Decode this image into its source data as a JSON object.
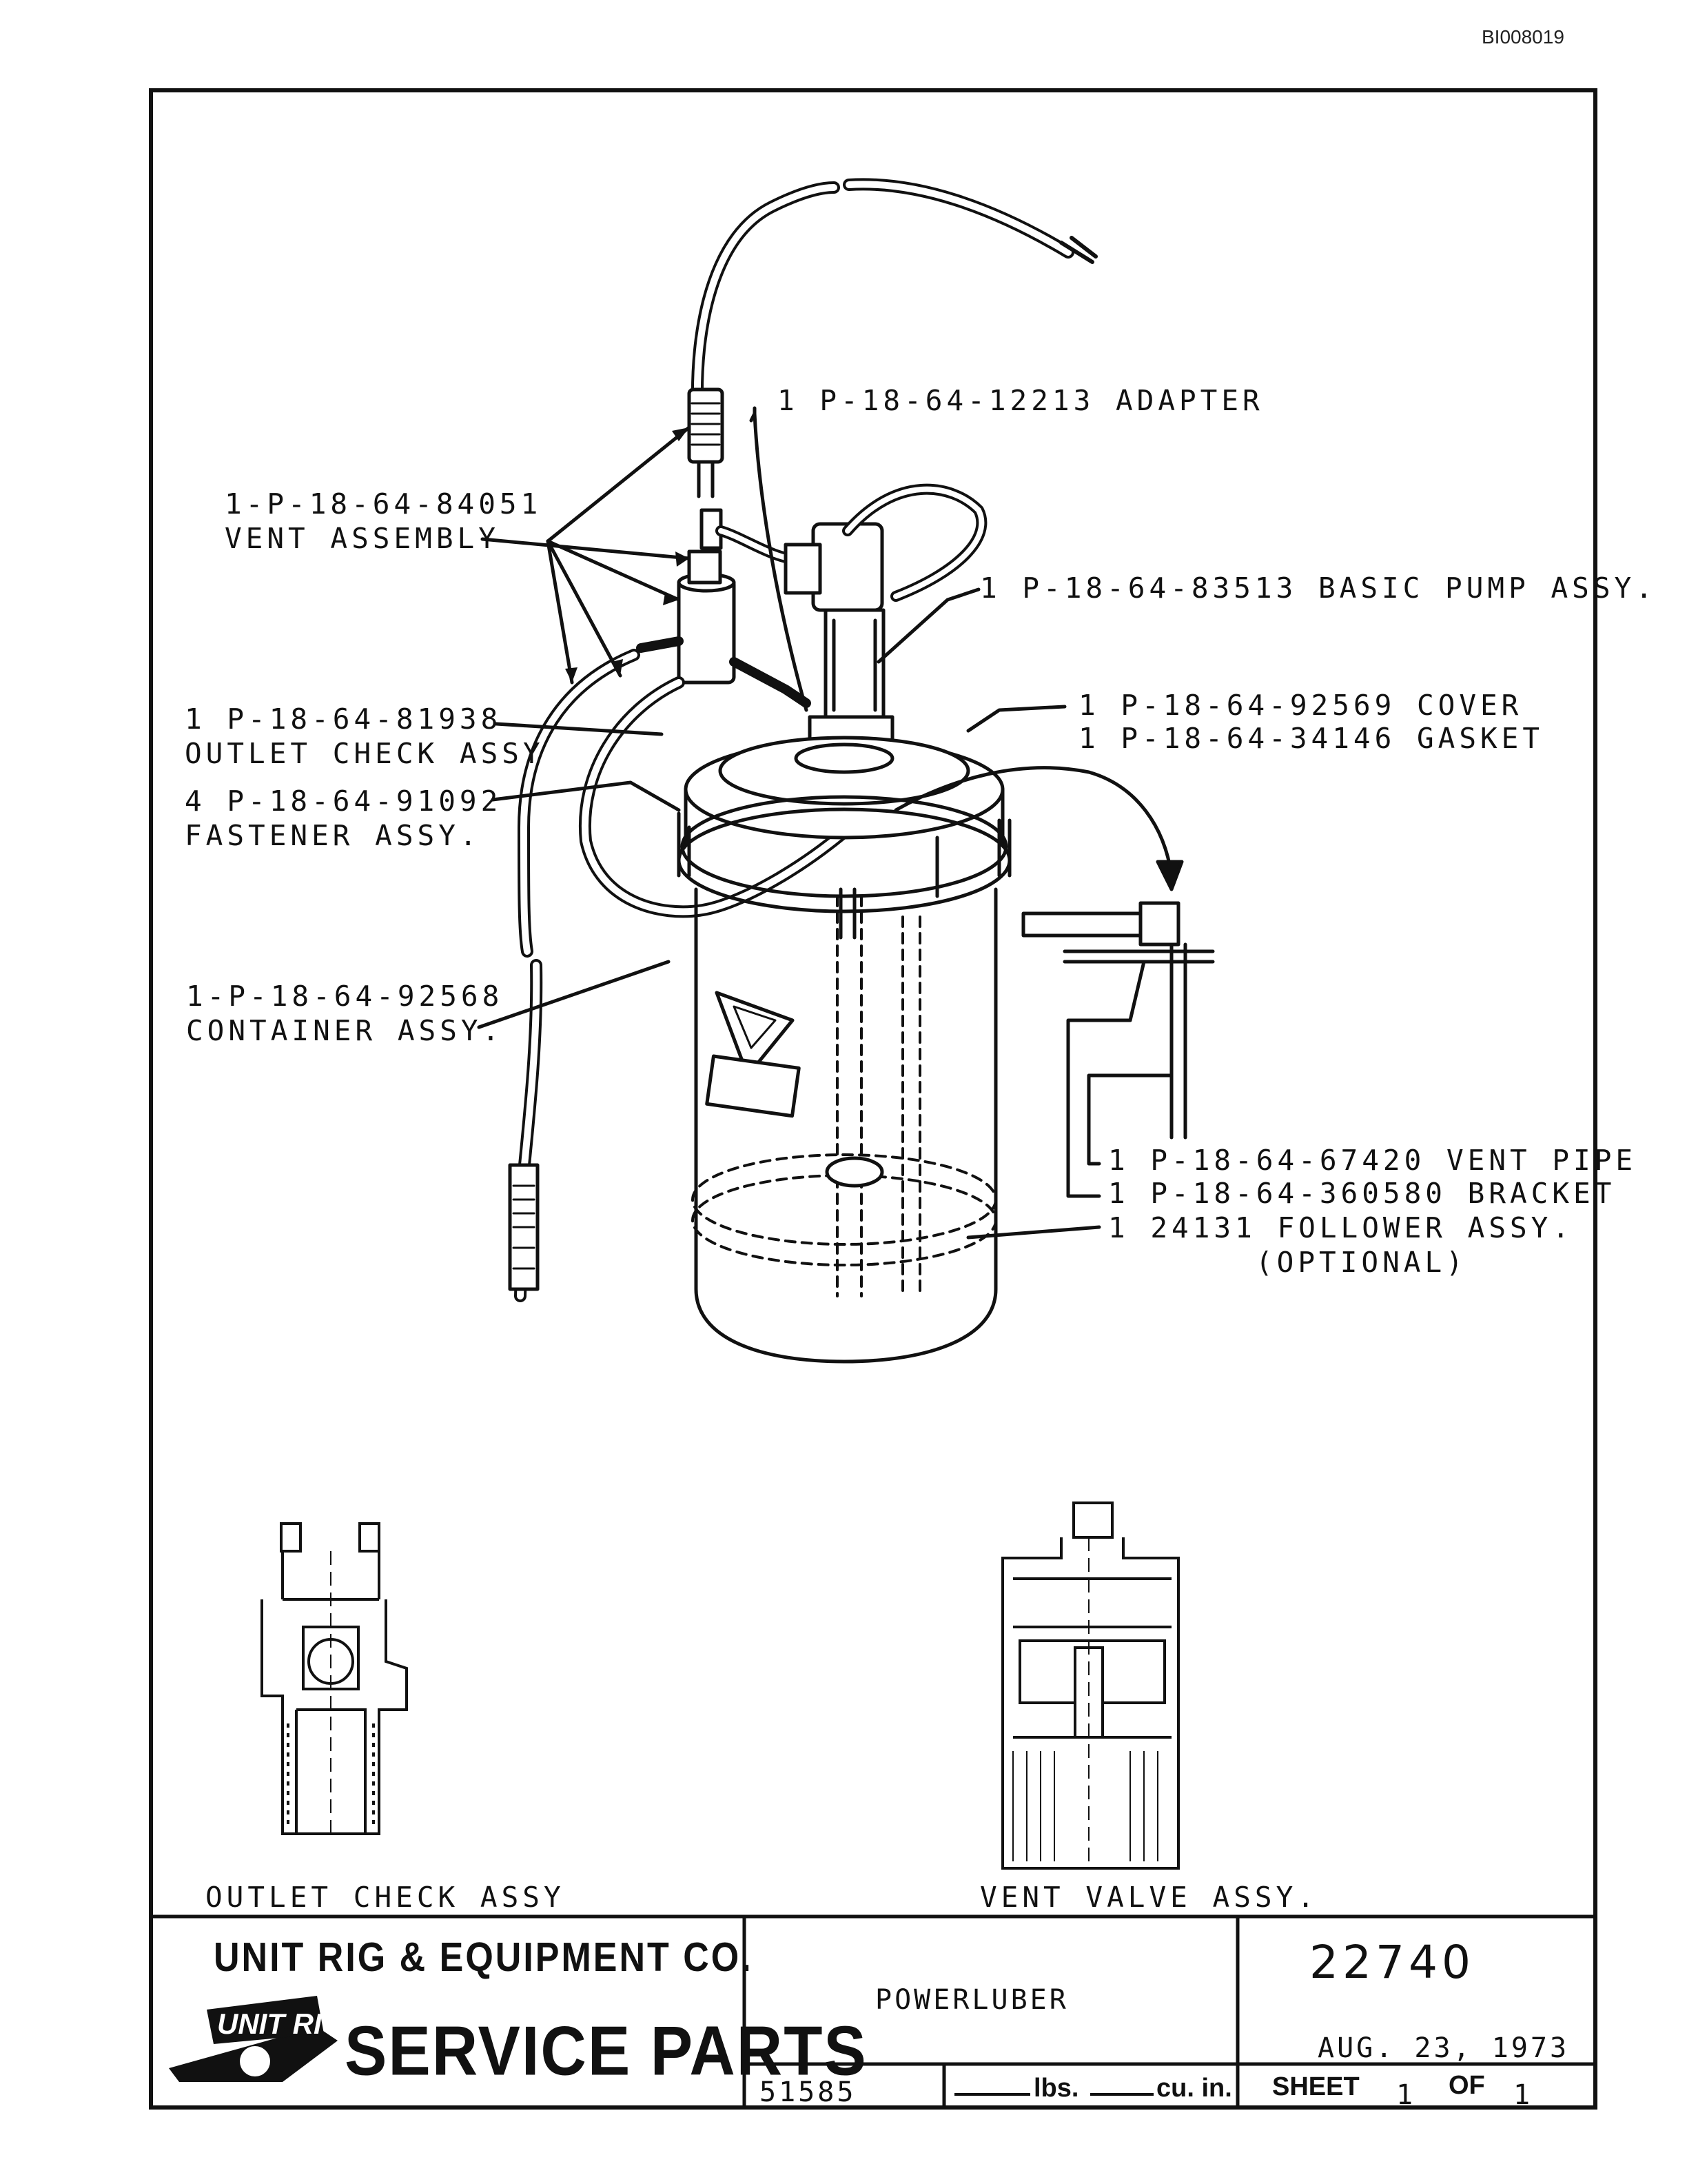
{
  "document_id": "BI008019",
  "callouts": {
    "adapter": "1 P-18-64-12213 ADAPTER",
    "vent_assembly_1": "1-P-18-64-84051",
    "vent_assembly_2": "VENT ASSEMBLY",
    "basic_pump": "1 P-18-64-83513 BASIC PUMP ASSY.",
    "outlet_check_1": "1 P-18-64-81938",
    "outlet_check_2": "OUTLET CHECK ASSY",
    "cover": "1 P-18-64-92569 COVER",
    "gasket": "1 P-18-64-34146 GASKET",
    "fastener_1": "4 P-18-64-91092",
    "fastener_2": "FASTENER ASSY.",
    "container_1": "1-P-18-64-92568",
    "container_2": "CONTAINER ASSY.",
    "vent_pipe": "1 P-18-64-67420 VENT PIPE",
    "bracket": "1 P-18-64-360580 BRACKET",
    "follower": "1 24131 FOLLOWER ASSY.",
    "optional": "(OPTIONAL)"
  },
  "captions": {
    "outlet_check": "OUTLET CHECK ASSY",
    "vent_valve": "VENT VALVE ASSY."
  },
  "title_block": {
    "company": "UNIT RIG & EQUIPMENT CO.",
    "logo_text": "UNIT RIG",
    "service_parts": "SERVICE PARTS",
    "product": "POWERLUBER",
    "drawing_number": "22740",
    "date": "AUG. 23, 1973",
    "part_ref": "51585",
    "weight_unit": "lbs.",
    "volume_unit": "cu. in.",
    "sheet_label": "SHEET",
    "sheet_number": "1",
    "of_label": "OF",
    "sheet_total": "1"
  }
}
